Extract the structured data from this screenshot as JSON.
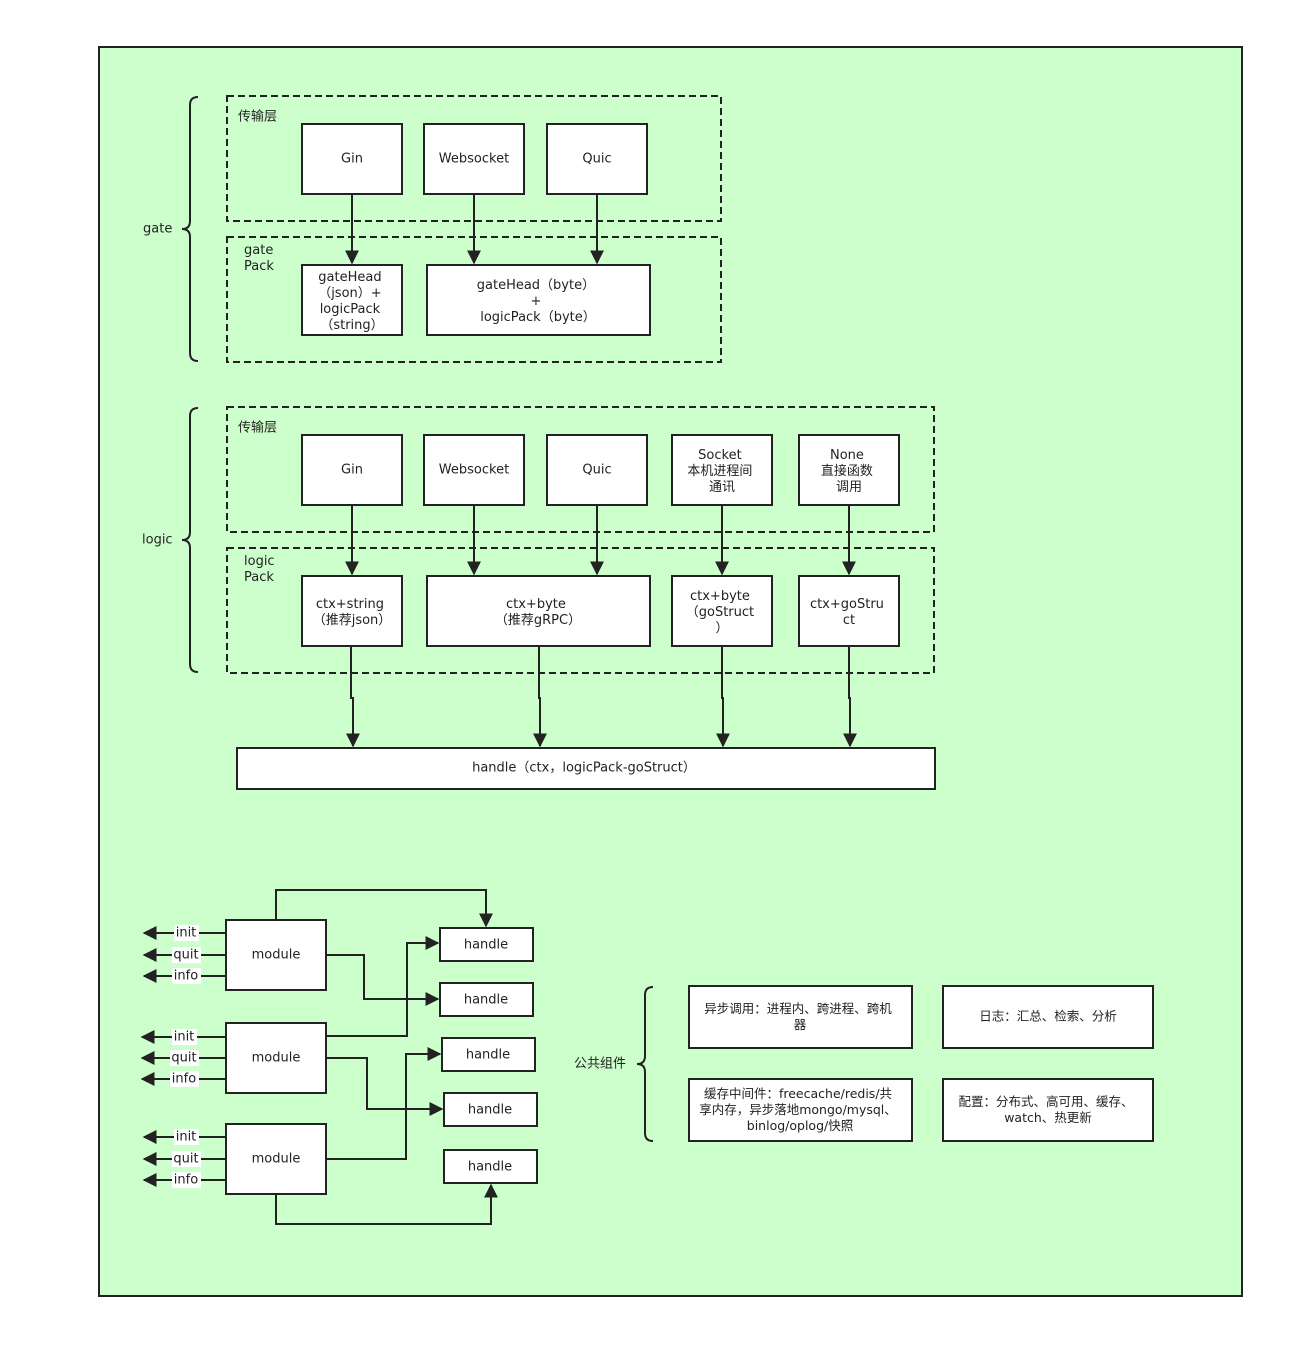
{
  "canvas": {
    "background": "#ccffcc",
    "border": "#222222"
  },
  "gate": {
    "brace_label": "gate",
    "transport_label": "传输层",
    "pack_label": [
      "gate",
      "Pack"
    ],
    "transports": [
      "Gin",
      "Websocket",
      "Quic"
    ],
    "pack_json": [
      "gateHead",
      "（json）+",
      "logicPack",
      "（string）"
    ],
    "pack_byte": [
      "gateHead（byte）",
      "+",
      "logicPack（byte）"
    ]
  },
  "logic": {
    "brace_label": "logic",
    "transport_label": "传输层",
    "pack_label": [
      "logic",
      "Pack"
    ],
    "transports": [
      [
        "Gin"
      ],
      [
        "Websocket"
      ],
      [
        "Quic"
      ],
      [
        "Socket",
        "本机进程间",
        "通讯"
      ],
      [
        "None",
        "直接函数",
        "调用"
      ]
    ],
    "packs": [
      [
        "ctx+string",
        "（推荐json）"
      ],
      [
        "ctx+byte",
        "（推荐gRPC）"
      ],
      [
        "ctx+byte",
        "（goStruct",
        "）"
      ],
      [
        "ctx+goStru",
        "ct"
      ]
    ],
    "handle_bar": "handle（ctx，logicPack-goStruct）"
  },
  "modules": {
    "module_label": "module",
    "handle_label": "handle",
    "hooks": [
      "init",
      "quit",
      "info"
    ]
  },
  "common": {
    "brace_label": "公共组件",
    "items": [
      [
        "异步调用：进程内、跨进程、跨机",
        "器"
      ],
      [
        "日志：汇总、检索、分析"
      ],
      [
        "缓存中间件：freecache/redis/共",
        "享内存，异步落地mongo/mysql、",
        "binlog/oplog/快照"
      ],
      [
        "配置：分布式、高可用、缓存、",
        "watch、热更新"
      ]
    ]
  }
}
